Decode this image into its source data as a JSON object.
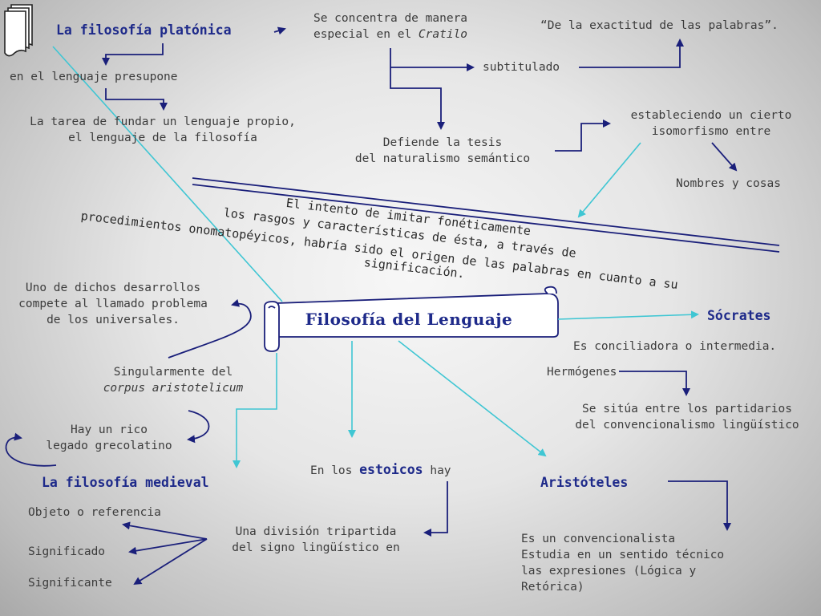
{
  "nodes": {
    "platonica": "La filosofía platónica",
    "concentra_1": "Se concentra de manera",
    "concentra_2": "especial en el",
    "cratilo": "Cratilo",
    "exactitud": "“De la exactitud de las palabras”.",
    "subtitulado": "subtitulado",
    "presupone": "en el lenguaje presupone",
    "tarea_1": "La tarea de fundar un lenguaje propio,",
    "tarea_2": "el lenguaje de la filosofía",
    "estableciendo_1": "estableciendo un cierto",
    "estableciendo_2": "isomorfismo entre",
    "defiende_1": "Defiende la tesis",
    "defiende_2": "del naturalismo semántico",
    "nombres": "Nombres y cosas",
    "intento_1": "El intento de imitar fonéticamente",
    "intento_2": "los rasgos y características de ésta, a través de",
    "intento_3": "procedimientos onomatopéyicos, habría sido el origen de las palabras en cuanto a su",
    "intento_4": "significación.",
    "uno_1": "Uno de dichos desarrollos",
    "uno_2": "compete al llamado problema",
    "uno_3": "de los universales.",
    "central": "Filosofía del Lenguaje",
    "socrates": "Sócrates",
    "conciliadora": "Es conciliadora o intermedia.",
    "singular_1": "Singularmente del",
    "singular_2": "corpus aristotelicum",
    "hermogenes": "Hermógenes",
    "situa_1": "Se sitúa entre los partidarios",
    "situa_2": "del convencionalismo lingüístico",
    "hay_1": "Hay un rico",
    "hay_2": "legado grecolatino",
    "estoicos_pre": "En los",
    "estoicos": "estoicos",
    "estoicos_post": "hay",
    "medieval": "La filosofía medieval",
    "aristoteles": "Aristóteles",
    "objeto": "Objeto o referencia",
    "division_1": "Una división tripartida",
    "division_2": "del signo lingüístico en",
    "significado": "Significado",
    "significante": "Significante",
    "convencionalista_1": "Es un convencionalista",
    "convencionalista_2": "Estudia en un sentido técnico",
    "convencionalista_3": "las expresiones (Lógica y",
    "convencionalista_4": "Retórica)"
  },
  "colors": {
    "title_blue": "#1e2a8a",
    "arrow_navy": "#1a1f7a",
    "arrow_cyan": "#3fc6d3",
    "text": "#3c3c3c"
  },
  "icons": [
    "documents-icon",
    "scroll-banner-icon"
  ]
}
